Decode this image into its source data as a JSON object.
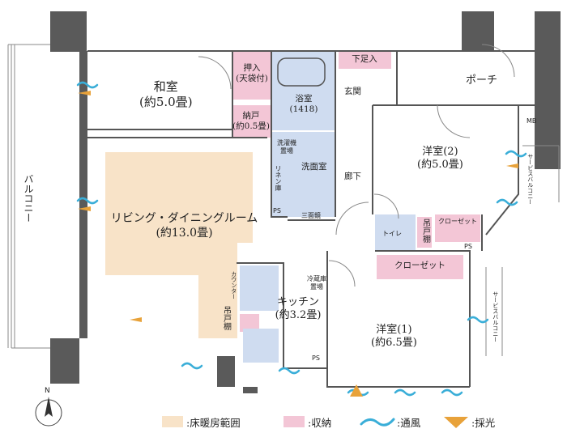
{
  "rooms": {
    "washitsu": "和室",
    "washitsu_size": "(約5.0畳)",
    "oshiire": "押入",
    "oshiire_note": "(天袋付)",
    "nando": "納戸",
    "nando_size": "(約0.5畳)",
    "bath": "浴室",
    "bath_size": "(1418)",
    "shoes": "下足入",
    "genkan": "玄関",
    "porch": "ポーチ",
    "mb": "MB",
    "wash_machine_1": "洗濯機",
    "wash_machine_2": "置場",
    "senmenshitsu": "洗面室",
    "linen": "リネン庫",
    "ps1": "PS",
    "sanmendai": "三面鏡",
    "hallway": "廊下",
    "youshitsu2": "洋室(2)",
    "youshitsu2_size": "(約5.0畳)",
    "service_balcony_1": "サービスバルコニー",
    "closet2": "クローゼット",
    "ps2": "PS",
    "toilet": "トイレ",
    "tsuritodana_1": "吊戸棚",
    "closet1": "クローゼット",
    "fridge_1": "冷蔵庫",
    "fridge_2": "置場",
    "ldk": "リビング・ダイニングルーム",
    "ldk_size": "(約13.0畳)",
    "counter": "カウンター",
    "tsuritodana_2": "吊戸棚",
    "kitchen": "キッチン",
    "kitchen_size": "(約3.2畳)",
    "ps3": "PS",
    "youshitsu1": "洋室(1)",
    "youshitsu1_size": "(約6.5畳)",
    "service_balcony_2": "サービスバルコニー",
    "balcony": "バルコニー",
    "north": "N"
  },
  "legend": {
    "floor_heating": ":床暖房範囲",
    "storage": ":収納",
    "ventilation": ":通風",
    "daylight": ":採光"
  },
  "colors": {
    "floor_heating": "#f8e3c8",
    "storage": "#f3c6d6",
    "wet_area": "#cfdcf0",
    "ventilation": "#3aaed8",
    "daylight": "#e8a23a",
    "wall": "#555555"
  }
}
